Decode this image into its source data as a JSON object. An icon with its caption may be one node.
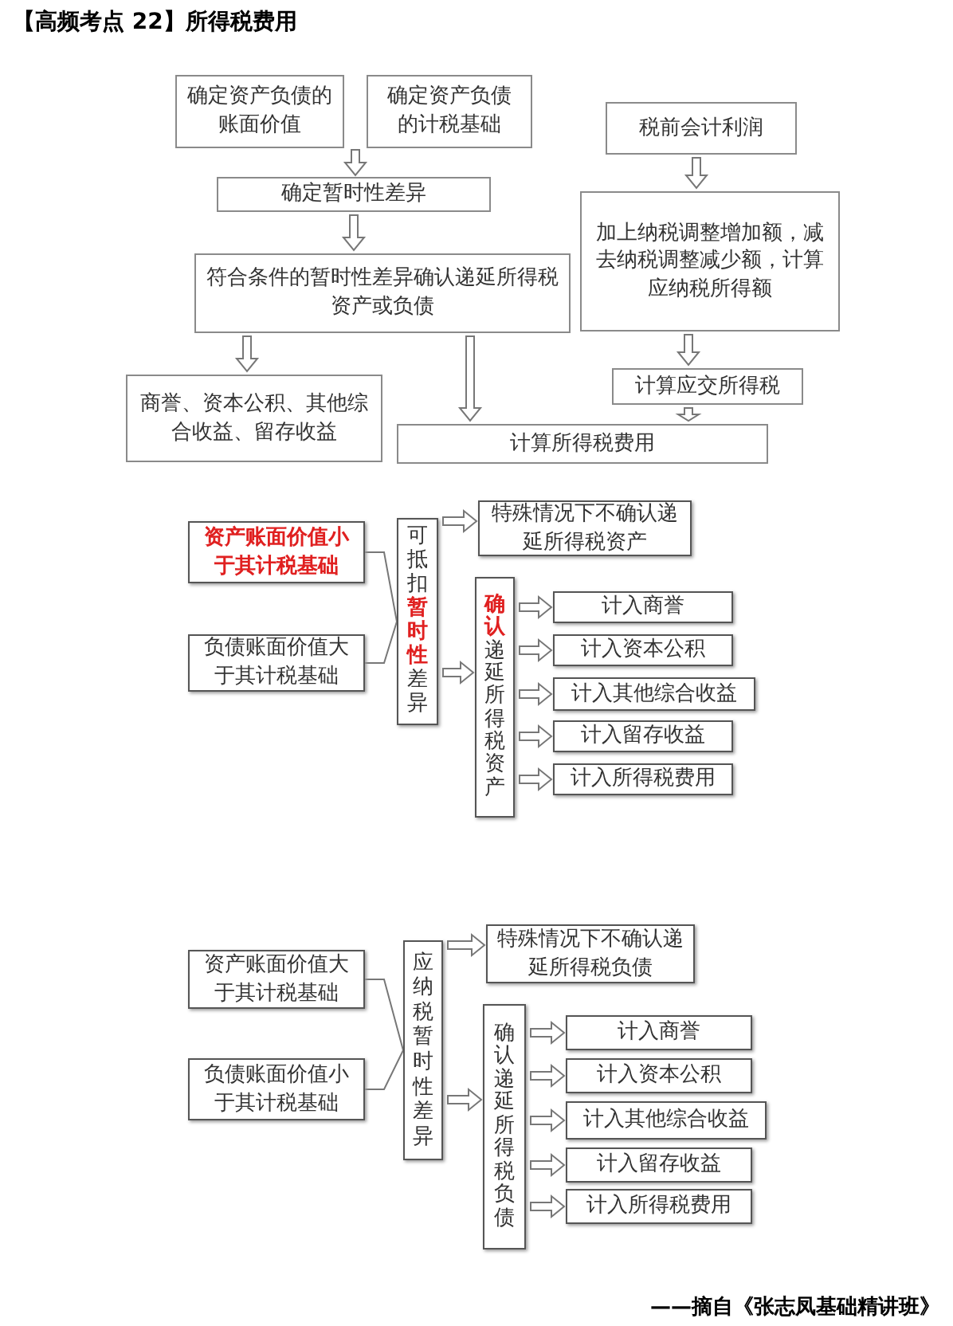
{
  "diagram": {
    "title": "【高频考点 22】所得税费用",
    "nodes": [
      {
        "text": [
          "确定资产负债的账面价值"
        ]
      },
      {
        "text": [
          "确定资产负债的计税基础"
        ]
      },
      {
        "text": [
          "确定暂时性差异"
        ]
      },
      {
        "text": [
          "符合条件的暂时性差异确认递延所得税资产或负债"
        ]
      },
      {
        "text": [
          "商誉、资本公积、其他综合收益、留存收益"
        ]
      },
      {
        "text": [
          "计算所得税费用"
        ]
      },
      {
        "text": [
          "税前会计利润"
        ]
      },
      {
        "text": [
          "加上纳税调整增加额，减去纳税调整减少额，计算应纳税所得额"
        ]
      },
      {
        "text": [
          "计算应交所得税"
        ]
      },
      {
        "text": [
          "**资产账面价值小于其计税基础**"
        ]
      },
      {
        "text": [
          "负债账面价值大于其计税基础"
        ]
      },
      {
        "text": [
          "可抵扣**暂时性**差异"
        ]
      },
      {
        "text": [
          "**确认**递延所得税资产"
        ]
      },
      {
        "text": [
          "特殊情况下不确认递延所得税资产"
        ]
      },
      {
        "text": [
          "计入商誉"
        ]
      },
      {
        "text": [
          "计入资本公积"
        ]
      },
      {
        "text": [
          "计入其他综合收益"
        ]
      },
      {
        "text": [
          "计入留存收益"
        ]
      },
      {
        "text": [
          "计入所得税费用"
        ]
      },
      {
        "text": [
          "资产账面价值大于其计税基础"
        ]
      },
      {
        "text": [
          "负债账面价值小于其计税基础"
        ]
      },
      {
        "text": [
          "应纳税暂时性差异"
        ]
      },
      {
        "text": [
          "特殊情况下不确认递延所得税负债"
        ]
      },
      {
        "text": [
          "确认递延所得税负债"
        ]
      },
      {
        "text": [
          "计入商誉"
        ]
      },
      {
        "text": [
          "计入资本公积"
        ]
      },
      {
        "text": [
          "计入其他综合收益"
        ]
      },
      {
        "text": [
          "计入留存收益"
        ]
      },
      {
        "text": [
          "计入所得税费用"
        ]
      }
    ],
    "edges": [
      {
        "from": 0,
        "to": 2,
        "arrow": "to"
      },
      {
        "from": 1,
        "to": 2,
        "arrow": "to"
      },
      {
        "from": 2,
        "to": 3,
        "arrow": "to"
      },
      {
        "from": 3,
        "to": 4,
        "arrow": "to"
      },
      {
        "from": 3,
        "to": 5,
        "arrow": "to"
      },
      {
        "from": 6,
        "to": 7,
        "arrow": "to"
      },
      {
        "from": 7,
        "to": 8,
        "arrow": "to"
      },
      {
        "from": 8,
        "to": 5,
        "arrow": "to"
      },
      {
        "from": 9,
        "to": 11,
        "arrow": "none"
      },
      {
        "from": 10,
        "to": 11,
        "arrow": "none"
      },
      {
        "from": 11,
        "to": 13,
        "arrow": "to"
      },
      {
        "from": 11,
        "to": 12,
        "arrow": "to"
      },
      {
        "from": 12,
        "to": 14,
        "arrow": "to"
      },
      {
        "from": 12,
        "to": 15,
        "arrow": "to"
      },
      {
        "from": 12,
        "to": 16,
        "arrow": "to"
      },
      {
        "from": 12,
        "to": 17,
        "arrow": "to"
      },
      {
        "from": 12,
        "to": 18,
        "arrow": "to"
      },
      {
        "from": 19,
        "to": 21,
        "arrow": "none"
      },
      {
        "from": 20,
        "to": 21,
        "arrow": "none"
      },
      {
        "from": 21,
        "to": 22,
        "arrow": "to"
      },
      {
        "from": 21,
        "to": 23,
        "arrow": "to"
      },
      {
        "from": 23,
        "to": 24,
        "arrow": "to"
      },
      {
        "from": 23,
        "to": 25,
        "arrow": "to"
      },
      {
        "from": 23,
        "to": 26,
        "arrow": "to"
      },
      {
        "from": 23,
        "to": 27,
        "arrow": "to"
      },
      {
        "from": 23,
        "to": 28,
        "arrow": "to"
      }
    ],
    "caption": "——摘自《张志凤基础精讲班》"
  }
}
